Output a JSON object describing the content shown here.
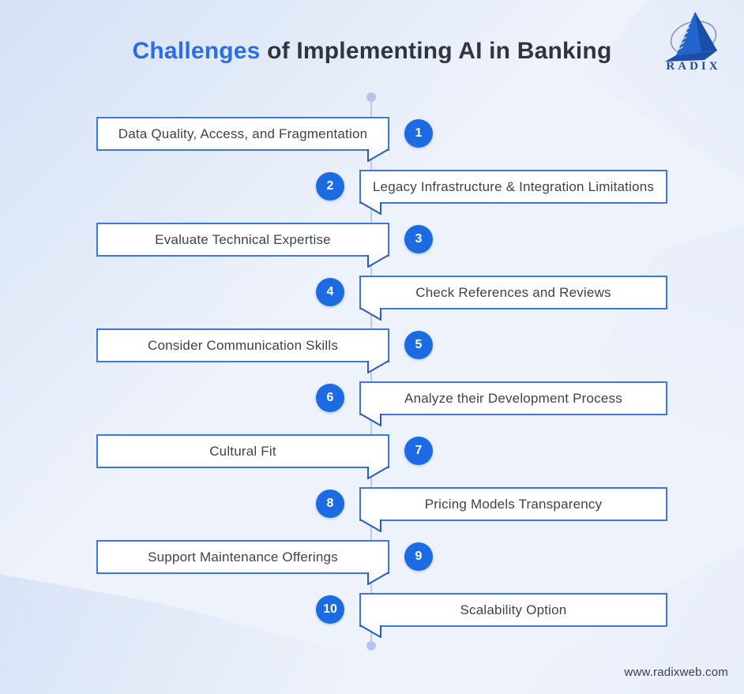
{
  "title": {
    "highlight": "Challenges",
    "rest": " of Implementing AI in Banking"
  },
  "logo": {
    "brand": "RADIX"
  },
  "items": [
    {
      "number": "1",
      "label": "Data Quality, Access, and Fragmentation",
      "side": "left"
    },
    {
      "number": "2",
      "label": "Legacy Infrastructure & Integration Limitations",
      "side": "right"
    },
    {
      "number": "3",
      "label": "Evaluate Technical Expertise",
      "side": "left"
    },
    {
      "number": "4",
      "label": "Check References and Reviews",
      "side": "right"
    },
    {
      "number": "5",
      "label": "Consider Communication Skills",
      "side": "left"
    },
    {
      "number": "6",
      "label": "Analyze their Development Process",
      "side": "right"
    },
    {
      "number": "7",
      "label": "Cultural Fit",
      "side": "left"
    },
    {
      "number": "8",
      "label": "Pricing Models Transparency",
      "side": "right"
    },
    {
      "number": "9",
      "label": "Support Maintenance Offerings",
      "side": "left"
    },
    {
      "number": "10",
      "label": "Scalability Option",
      "side": "right"
    }
  ],
  "footer": {
    "website": "www.radixweb.com"
  },
  "colors": {
    "accent_blue": "#1c6be2",
    "box_border": "#3b79e0",
    "tail_stroke": "#2a5cc0",
    "timeline": "#bccbec",
    "title_highlight": "#2e6be6",
    "title_text": "#30353d",
    "body_text": "#3c4250",
    "background": "#eef2fa"
  }
}
